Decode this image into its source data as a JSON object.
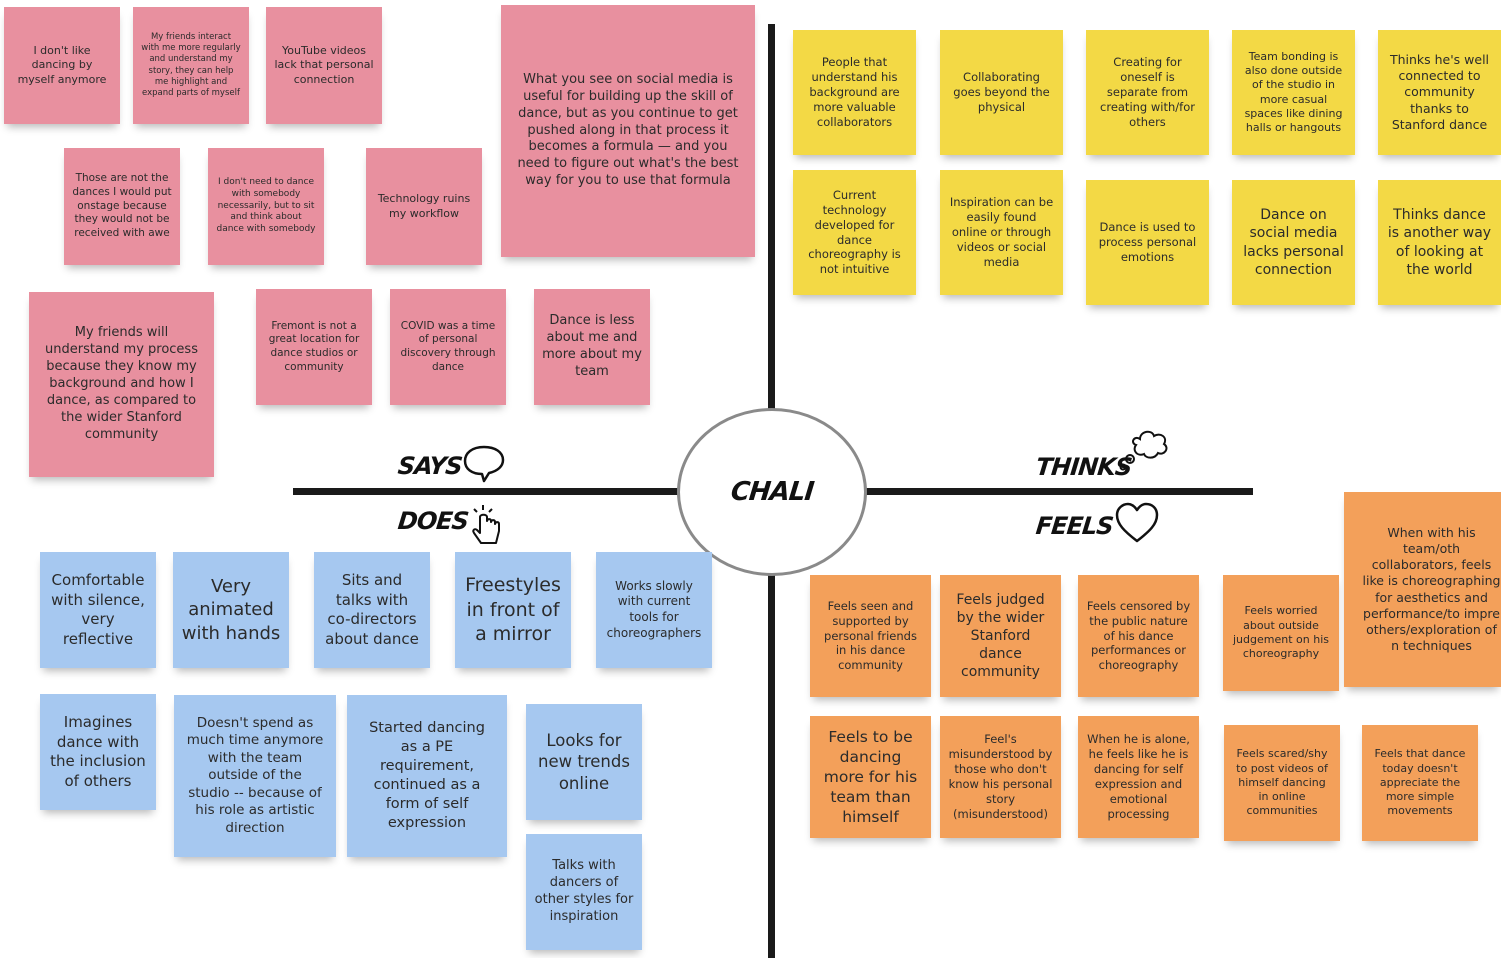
{
  "center": {
    "name": "CHALI"
  },
  "quadrants": {
    "says": "SAYS",
    "thinks": "THINKS",
    "does": "DOES",
    "feels": "FEELS"
  },
  "icons": {
    "says": "speech-bubble-icon",
    "thinks": "thought-cloud-icon",
    "does": "pointer-hand-icon",
    "feels": "heart-icon"
  },
  "colors": {
    "says": "#e8909f",
    "thinks": "#f3d945",
    "does": "#a6c8f0",
    "feels": "#f3a05a"
  },
  "says_notes": [
    "I don't like dancing by myself anymore",
    "My friends interact with me more regularly and understand my story, they can help me highlight and expand parts of myself",
    "YouTube videos lack that personal connection",
    "What you see on social media is useful for building up the skill of dance, but as you continue to get pushed along in that process it becomes a formula — and you need to figure out what's the best way for you to use that formula",
    "Those are not the dances I would put onstage because they would not be received with awe",
    "I don't need to dance with somebody necessarily, but to sit and think about dance with somebody",
    "Technology ruins my workflow",
    "My friends will understand my process because they know my background and how I dance, as compared to the wider Stanford community",
    "Fremont is not a great location for dance studios or community",
    "COVID was a time of personal discovery through dance",
    "Dance is less about me and more about my team"
  ],
  "thinks_notes": [
    "People that understand his background are more valuable collaborators",
    "Collaborating goes beyond the physical",
    "Creating for oneself is separate from creating with/for others",
    "Team bonding is also done outside of the studio in more casual spaces like dining halls or hangouts",
    "Thinks he's well connected to community thanks to Stanford dance",
    "Current technology developed for dance choreography is not intuitive",
    "Inspiration can be easily found online or through videos or social media",
    "Dance is used to process personal emotions",
    "Dance on social media lacks personal connection",
    "Thinks dance is another way of looking at the world"
  ],
  "does_notes": [
    "Comfortable with silence, very reflective",
    "Very animated with hands",
    "Sits and talks with co-directors about dance",
    "Freestyles in front of a mirror",
    "Works slowly with current tools for choreographers",
    "Imagines dance with the inclusion of others",
    "Doesn't spend as much time anymore with the team outside of the studio -- because of his role as artistic direction",
    "Started dancing as a PE requirement, continued as a form of self expression",
    "Looks for new trends online",
    "Talks with dancers of other styles for inspiration"
  ],
  "feels_notes": [
    "Feels seen and supported by personal friends in his dance community",
    "Feels judged by the wider Stanford dance community",
    "Feels censored by the public nature of his dance performances or choreography",
    "Feels worried about outside judgement on his choreography",
    "When with his team/oth collaborators, feels like is choreographing for aesthetics and performance/to impre others/exploration of n techniques",
    "Feels to be dancing more for his team than himself",
    "Feel's misunderstood by those who don't know his personal story (misunderstood)",
    "When he is alone, he feels like he is dancing for self expression and emotional processing",
    "Feels scared/shy to post videos of himself dancing in online communities",
    "Feels that dance today doesn't appreciate the more simple movements"
  ]
}
